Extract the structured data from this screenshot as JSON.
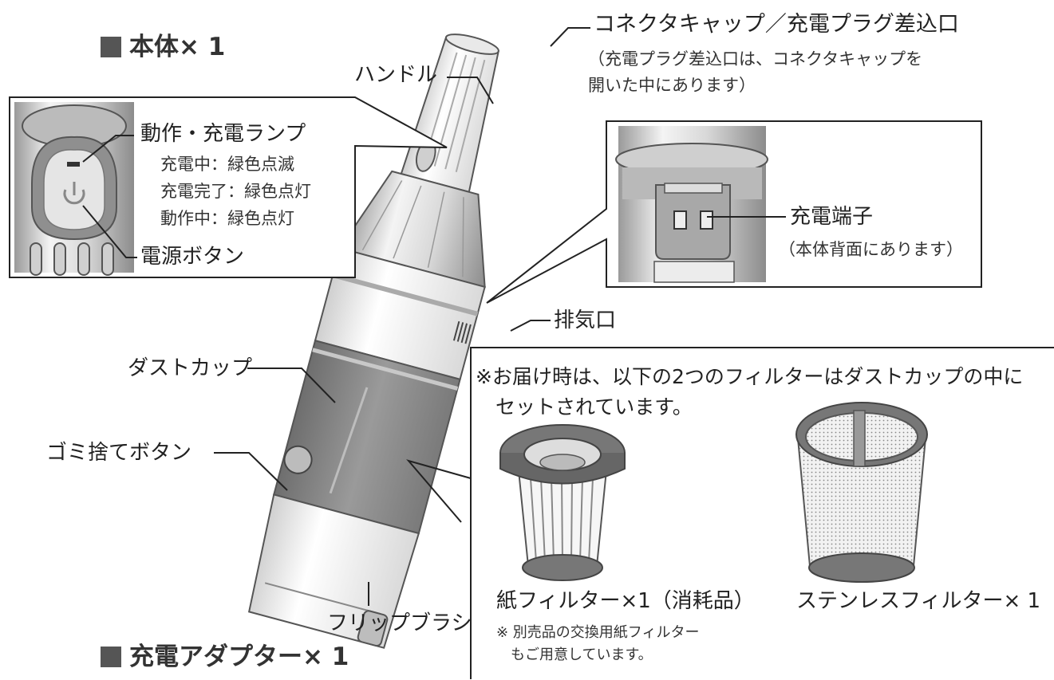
{
  "sections": {
    "main_body": "本体× 1",
    "adapter": "充電アダプター× 1"
  },
  "callouts": {
    "connector_cap": "コネクタキャップ／充電プラグ差込口",
    "connector_note": "（充電プラグ差込口は、コネクタキャップを\n開いた中にあります）",
    "handle": "ハンドル",
    "lamp": "動作・充電ランプ",
    "lamp_states": [
      "充電中：緑色点滅",
      "充電完了：緑色点灯",
      "動作中：緑色点灯"
    ],
    "power_button": "電源ボタン",
    "charge_terminal": "充電端子",
    "charge_terminal_note": "（本体背面にあります）",
    "exhaust": "排気口",
    "dust_cup": "ダストカップ",
    "dump_button": "ゴミ捨てボタン",
    "flip_brush": "フリップブラシ"
  },
  "filters": {
    "note": "※お届け時は、以下の2つのフィルターはダストカップの中に\n　セットされています。",
    "paper_filter": "紙フィルター×1（消耗品）",
    "paper_filter_note": "※ 別売品の交換用紙フィルター\n　もご用意しています。",
    "stainless_filter": "ステンレスフィルター× 1"
  }
}
